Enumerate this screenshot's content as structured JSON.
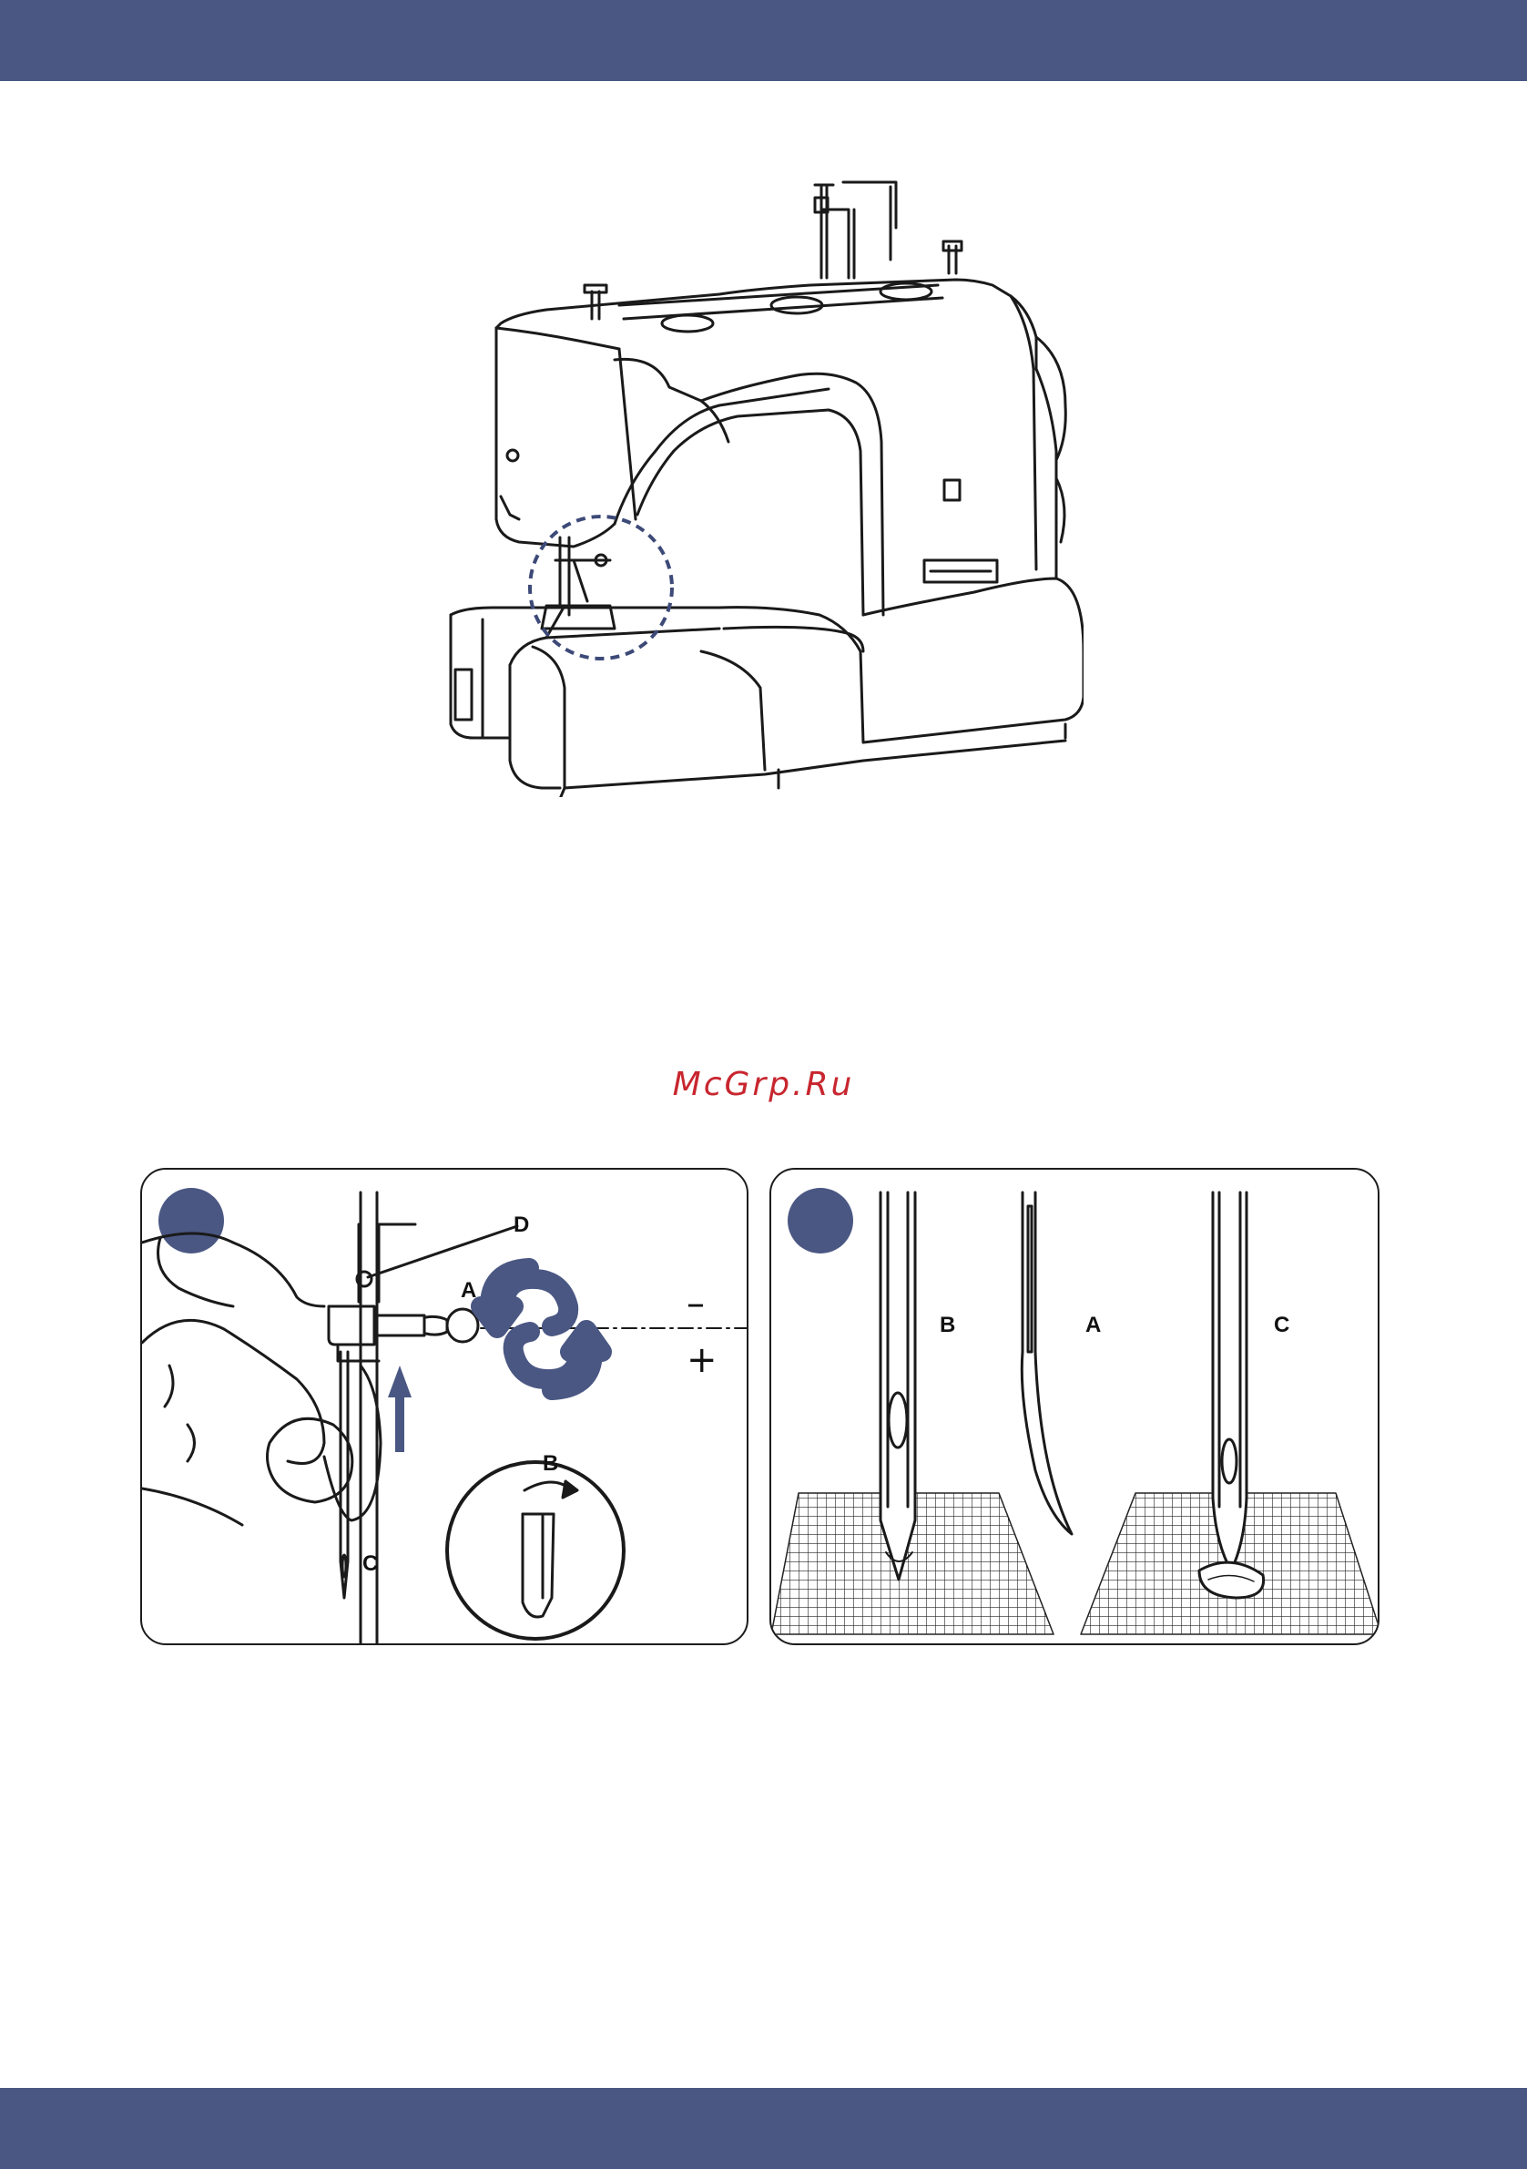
{
  "watermark": "McGrp.Ru",
  "colors": {
    "header_bar": "#4a5783",
    "accent": "#4a5783",
    "watermark": "#c8262f"
  },
  "machine_figure": {
    "icon": "sewing-machine-illustration"
  },
  "figure_left": {
    "labels": {
      "a": "A",
      "b": "B",
      "c": "C",
      "d": "D"
    },
    "minus": "–",
    "plus": "+"
  },
  "figure_right": {
    "labels": {
      "b": "B",
      "a": "A",
      "c": "C"
    }
  }
}
